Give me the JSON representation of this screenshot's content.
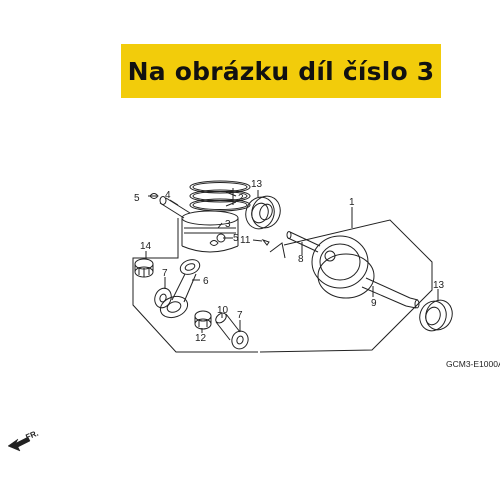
{
  "banner": {
    "text": "Na obrázku díl číslo 3"
  },
  "callouts": {
    "c1": "1",
    "c2": "2",
    "c3": "3",
    "c4": "4",
    "c5a": "5",
    "c5b": "5",
    "c7a": "7",
    "c7b": "7",
    "c8": "8",
    "c9": "9",
    "c10": "10",
    "c11": "11",
    "c12": "12",
    "c13a": "13",
    "c13b": "13",
    "c14": "14",
    "c6": "6"
  },
  "diagram_code": "GCM3-E1000A",
  "direction_label": "FR."
}
